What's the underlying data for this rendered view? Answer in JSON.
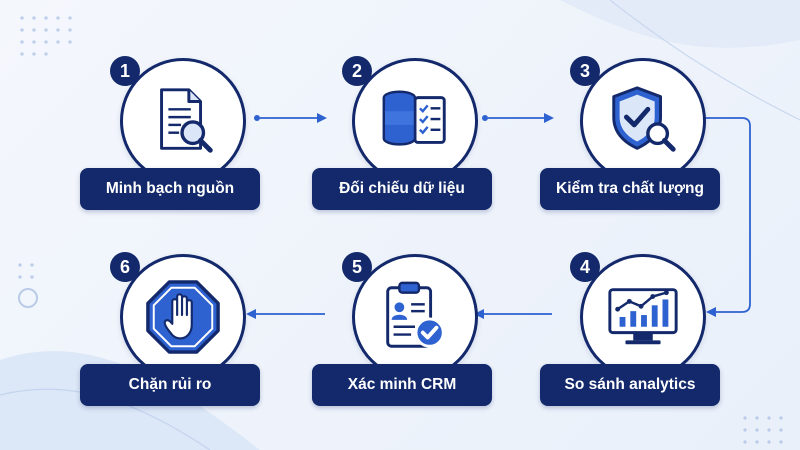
{
  "colors": {
    "navy": "#13296b",
    "blue": "#2e62d0",
    "light_blue": "#dbe6f8",
    "check": "#2e62d0"
  },
  "steps": [
    {
      "number": "1",
      "label": "Minh bạch nguồn",
      "icon": "document-search-icon"
    },
    {
      "number": "2",
      "label": "Đối chiếu dữ liệu",
      "icon": "database-checklist-icon"
    },
    {
      "number": "3",
      "label": "Kiểm tra chất lượng",
      "icon": "shield-check-search-icon"
    },
    {
      "number": "4",
      "label": "So sánh analytics",
      "icon": "monitor-chart-icon"
    },
    {
      "number": "5",
      "label": "Xác minh CRM",
      "icon": "clipboard-profile-check-icon"
    },
    {
      "number": "6",
      "label": "Chặn rủi ro",
      "icon": "stop-hand-icon"
    }
  ]
}
